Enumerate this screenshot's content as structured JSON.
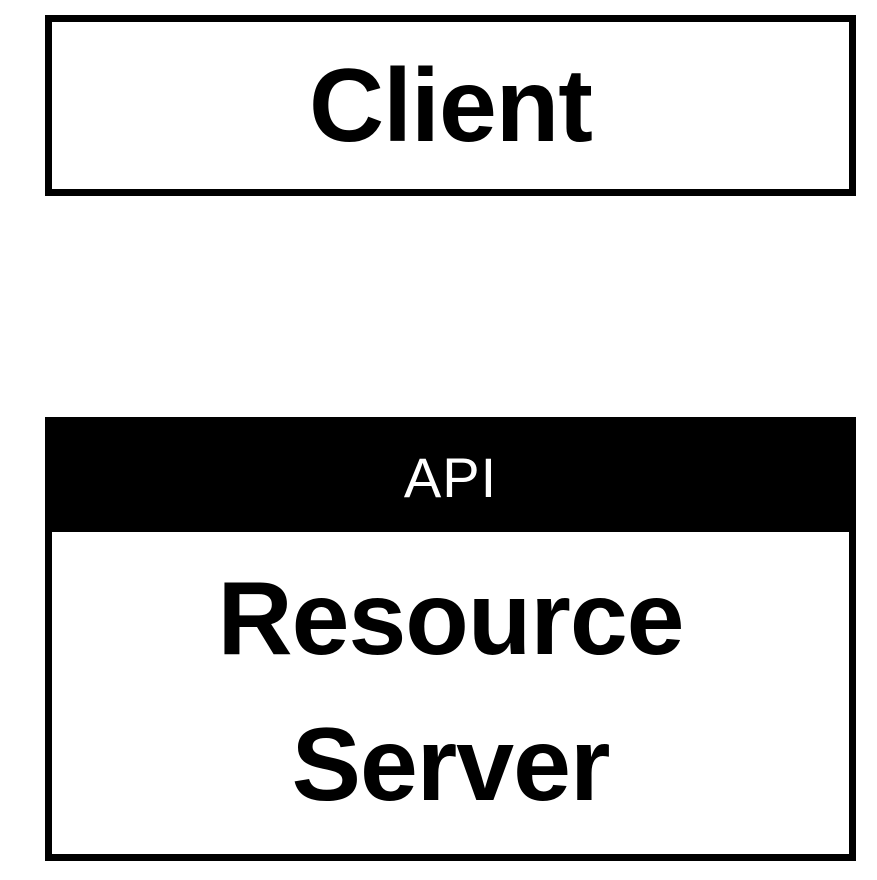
{
  "client": {
    "label": "Client"
  },
  "resource_server": {
    "api_label": "API",
    "label_line1": "Resource",
    "label_line2": "Server"
  },
  "colors": {
    "border": "#000000",
    "api_bar": "#000000",
    "api_text": "#ffffff",
    "background": "#ffffff"
  }
}
